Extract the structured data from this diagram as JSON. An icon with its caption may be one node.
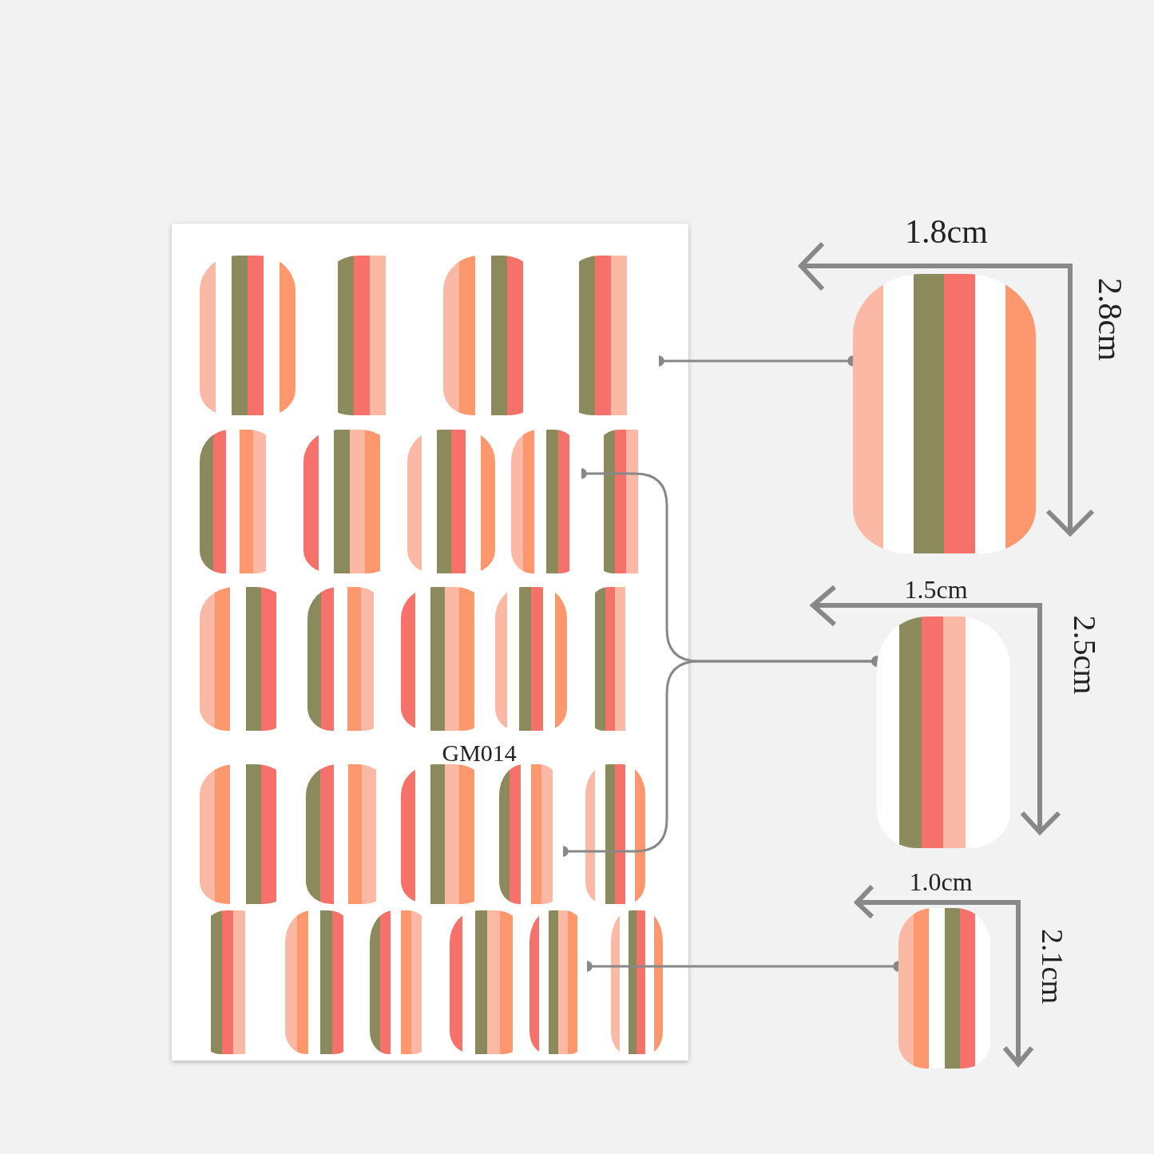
{
  "diagram": {
    "nodes": [
      {
        "text": [],
        "shape": "box"
      },
      {
        "text": [],
        "shape": "picture",
        "in": 0
      },
      {
        "text": [],
        "shape": "picture",
        "in": 0
      },
      {
        "text": [],
        "shape": "picture",
        "in": 0
      },
      {
        "text": [],
        "shape": "picture",
        "in": 0
      },
      {
        "text": [],
        "shape": "picture"
      },
      {
        "text": [],
        "shape": "picture"
      },
      {
        "text": [],
        "shape": "picture"
      }
    ],
    "edges": [
      {
        "from": 1,
        "to": 5,
        "arrow": "other"
      },
      {
        "from": 2,
        "to": 6,
        "arrow": "other"
      },
      {
        "from": 3,
        "to": 6,
        "arrow": "other"
      },
      {
        "from": 4,
        "to": 7,
        "arrow": "other"
      }
    ],
    "labels": [
      "GM014",
      "1.8cm",
      "2.8cm",
      "1.5cm",
      "2.5cm",
      "1.0cm",
      "2.1cm"
    ]
  }
}
